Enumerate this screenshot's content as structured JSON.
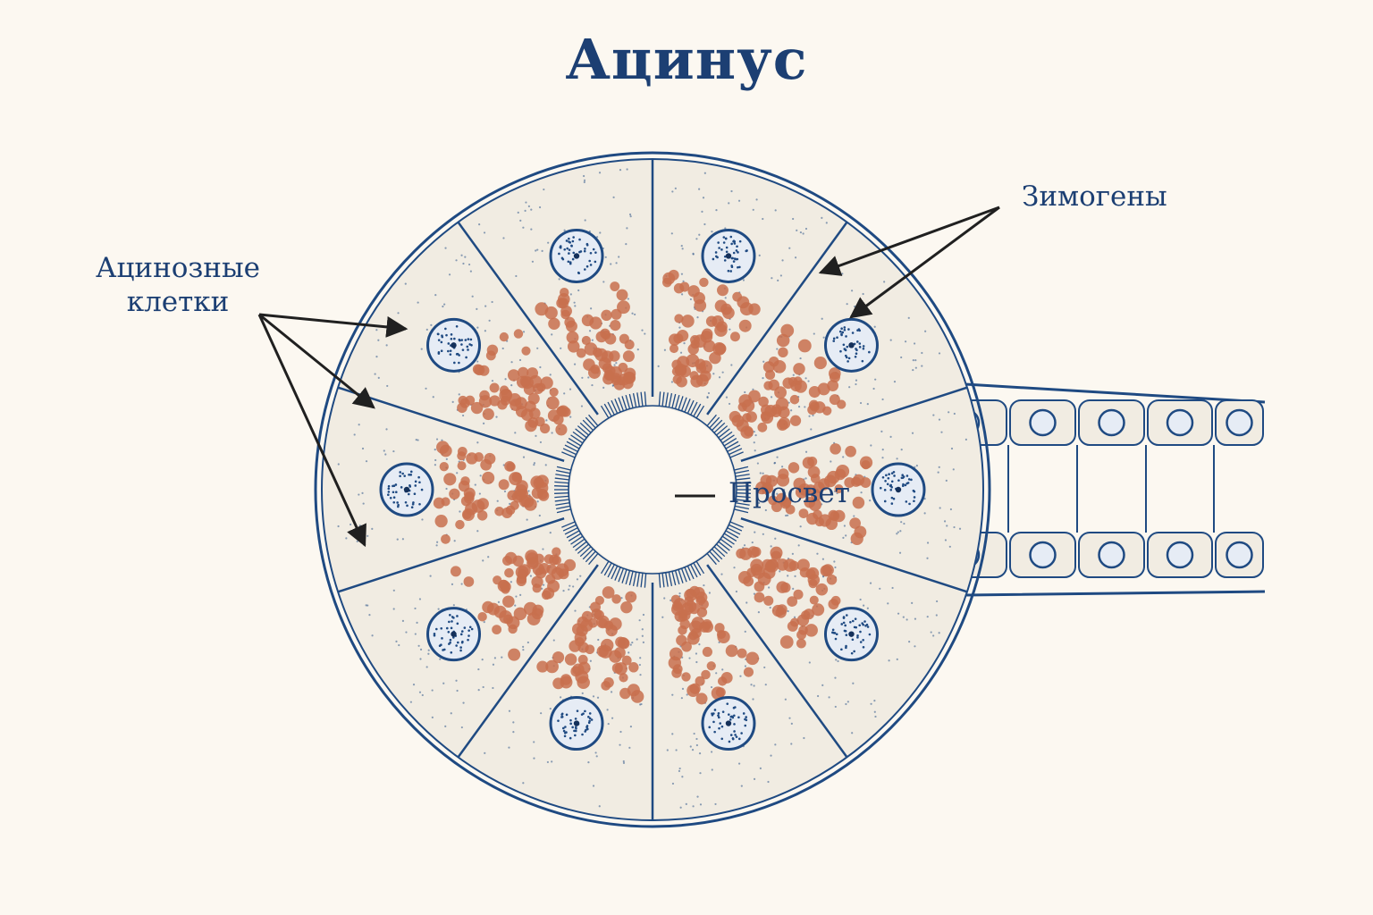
{
  "title": "Ацинус",
  "labels": {
    "acinar_cells_line1": "Ацинозные",
    "acinar_cells_line2": "клетки",
    "zymogens": "Зимогены",
    "lumen": "Просвет"
  },
  "colors": {
    "background": "#fcf8f1",
    "outline": "#1f4a82",
    "label_text": "#1c3f73",
    "cell_fill": "#f1ece2",
    "granule": "#c8704e",
    "nucleus_fill": "#e6ecf5",
    "pointer": "#202020"
  },
  "cells": {
    "acinus_cell_count": 10,
    "duct_cell_pairs": 5
  }
}
